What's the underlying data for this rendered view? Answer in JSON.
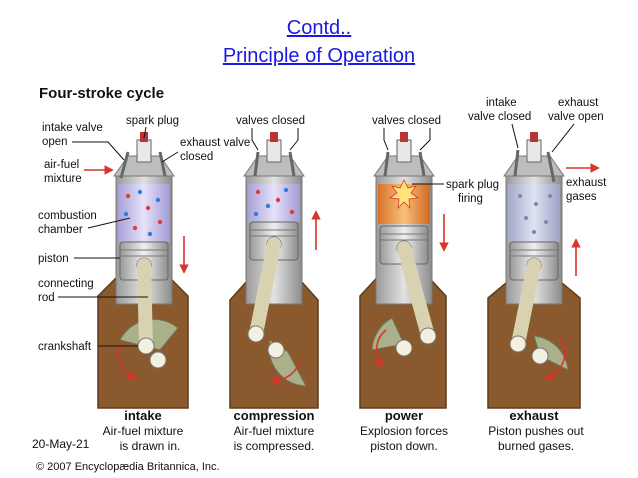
{
  "slide": {
    "title_line1": "Contd..",
    "title_line2": "Principle of Operation",
    "date": "20-May-21"
  },
  "figure": {
    "heading": "Four-stroke cycle",
    "labels": {
      "intake_valve_open_1": "intake valve",
      "intake_valve_open_2": "open",
      "spark_plug": "spark plug",
      "exhaust_valve_closed_1": "exhaust valve",
      "exhaust_valve_closed_2": "closed",
      "air_fuel_1": "air-fuel",
      "air_fuel_2": "mixture",
      "combustion_1": "combustion",
      "combustion_2": "chamber",
      "piston": "piston",
      "connecting_1": "connecting",
      "connecting_2": "rod",
      "crankshaft": "crankshaft",
      "valves_closed_a": "valves closed",
      "valves_closed_b": "valves closed",
      "spark_firing_1": "spark plug",
      "spark_firing_2": "firing",
      "intake_closed_1": "intake",
      "intake_closed_2": "valve closed",
      "exhaust_open_1": "exhaust",
      "exhaust_open_2": "valve open",
      "exhaust_gases_1": "exhaust",
      "exhaust_gases_2": "gases"
    },
    "strokes": [
      {
        "name": "intake",
        "desc1": "Air-fuel mixture",
        "desc2": "is drawn in."
      },
      {
        "name": "compression",
        "desc1": "Air-fuel mixture",
        "desc2": "is compressed."
      },
      {
        "name": "power",
        "desc1": "Explosion forces",
        "desc2": "piston down."
      },
      {
        "name": "exhaust",
        "desc1": "Piston pushes out",
        "desc2": "burned gases."
      }
    ],
    "copyright": "© 2007 Encyclopædia Britannica, Inc."
  },
  "colors": {
    "title_blue": "#1a1ae6",
    "crankcase_brown": "#8a5a2e",
    "block_gray": "#c9c9c9",
    "rod_tan": "#d8d2b0",
    "flywheel_green": "#a9b08a",
    "arrow_red": "#d9342b",
    "mixture_purple": "#c9c3ea",
    "burn_orange": "#e88a3a"
  }
}
